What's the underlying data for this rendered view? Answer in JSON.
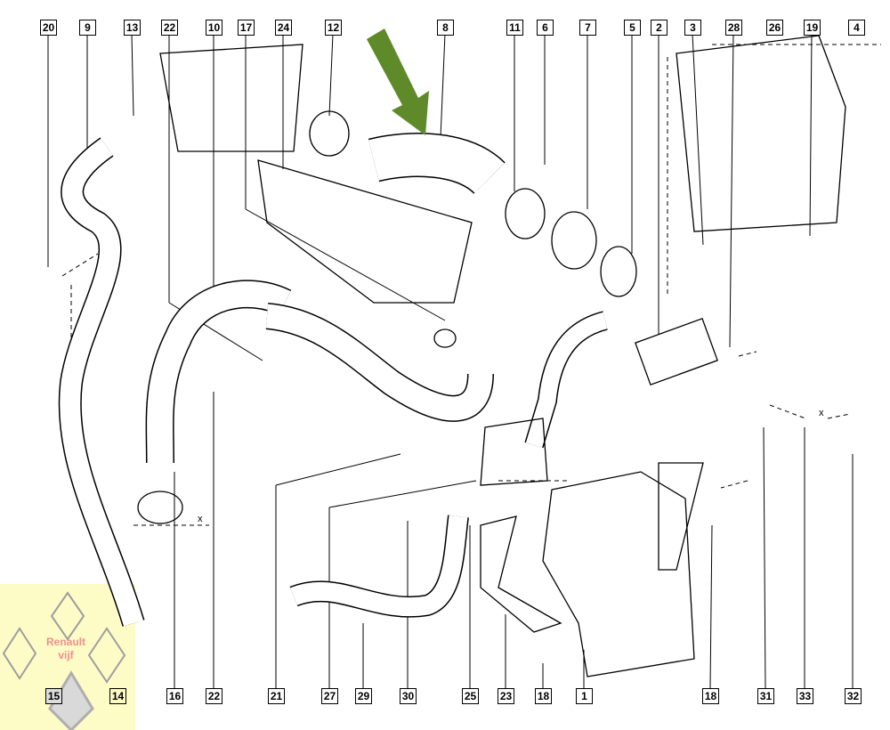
{
  "labels_top": [
    "20",
    "9",
    "13",
    "22",
    "10",
    "17",
    "24",
    "12",
    "8",
    "11",
    "6",
    "7",
    "5",
    "2",
    "3",
    "28",
    "26",
    "19",
    "4"
  ],
  "labels_bottom": [
    "15",
    "14",
    "16",
    "22",
    "21",
    "27",
    "29",
    "30",
    "25",
    "23",
    "18",
    "1",
    "18",
    "31",
    "33",
    "32"
  ],
  "dimension_marks": [
    "x",
    "x"
  ],
  "watermark": {
    "line1": "Renault",
    "line2": "vijf",
    "logo_text": "RENAULT"
  },
  "colors": {
    "highlight_arrow": "#5e8a2a",
    "watermark_bg": "#fdfbc4",
    "watermark_text": "#f08a8a"
  }
}
